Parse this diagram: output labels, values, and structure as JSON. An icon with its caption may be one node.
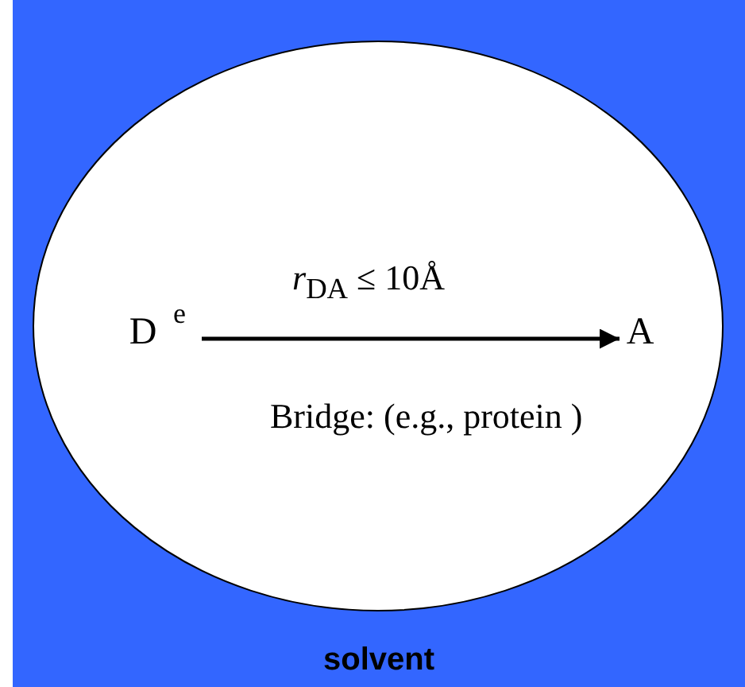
{
  "diagram": {
    "nodes": [
      {
        "text": [
          "solvent"
        ]
      },
      {
        "text": [
          "Bridge: (e.g., protein )"
        ],
        "in": 0
      },
      {
        "text": [
          "D"
        ],
        "in": 1,
        "beside": [
          "e"
        ]
      },
      {
        "text": [
          "A"
        ],
        "in": 1
      }
    ],
    "edges": [
      {
        "from": 2,
        "to": 3,
        "arrow": "to",
        "label": "*r*$_{DA}$ ≤ 10Å"
      }
    ]
  }
}
